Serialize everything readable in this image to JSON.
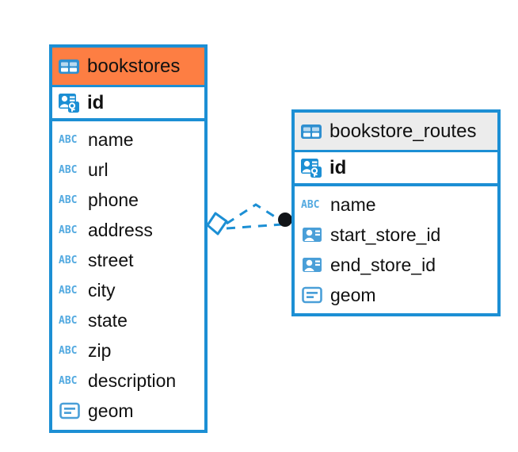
{
  "diagram": {
    "type": "entity-relationship-diagram",
    "background": "#ffffff",
    "accent_blue": "#1c8fd4",
    "accent_orange": "#fd7e43",
    "header_grey": "#ececec",
    "icon_blue": "#4a9fd8",
    "abc_blue": "#52a9e0"
  },
  "tables": [
    {
      "name": "bookstores",
      "header_color": "#fd7e43",
      "header_icon": "table-icon",
      "primary_key": {
        "label": "id",
        "icon": "primary-key-icon"
      },
      "fields": [
        {
          "label": "name",
          "icon": "text-abc-icon"
        },
        {
          "label": "url",
          "icon": "text-abc-icon"
        },
        {
          "label": "phone",
          "icon": "text-abc-icon"
        },
        {
          "label": "address",
          "icon": "text-abc-icon"
        },
        {
          "label": "street",
          "icon": "text-abc-icon"
        },
        {
          "label": "city",
          "icon": "text-abc-icon"
        },
        {
          "label": "state",
          "icon": "text-abc-icon"
        },
        {
          "label": "zip",
          "icon": "text-abc-icon"
        },
        {
          "label": "description",
          "icon": "text-abc-icon"
        },
        {
          "label": "geom",
          "icon": "geometry-icon"
        }
      ]
    },
    {
      "name": "bookstore_routes",
      "header_color": "#ececec",
      "header_icon": "table-icon",
      "primary_key": {
        "label": "id",
        "icon": "primary-key-icon"
      },
      "fields": [
        {
          "label": "name",
          "icon": "text-abc-icon"
        },
        {
          "label": "start_store_id",
          "icon": "foreign-key-icon"
        },
        {
          "label": "end_store_id",
          "icon": "foreign-key-icon"
        },
        {
          "label": "geom",
          "icon": "geometry-icon"
        }
      ]
    }
  ],
  "relationship": {
    "from_table": "bookstores",
    "to_table": "bookstore_routes",
    "from_marker": "diamond-marker",
    "to_marker": "dot-marker",
    "line_style": "dashed",
    "line_color": "#1c8fd4"
  }
}
